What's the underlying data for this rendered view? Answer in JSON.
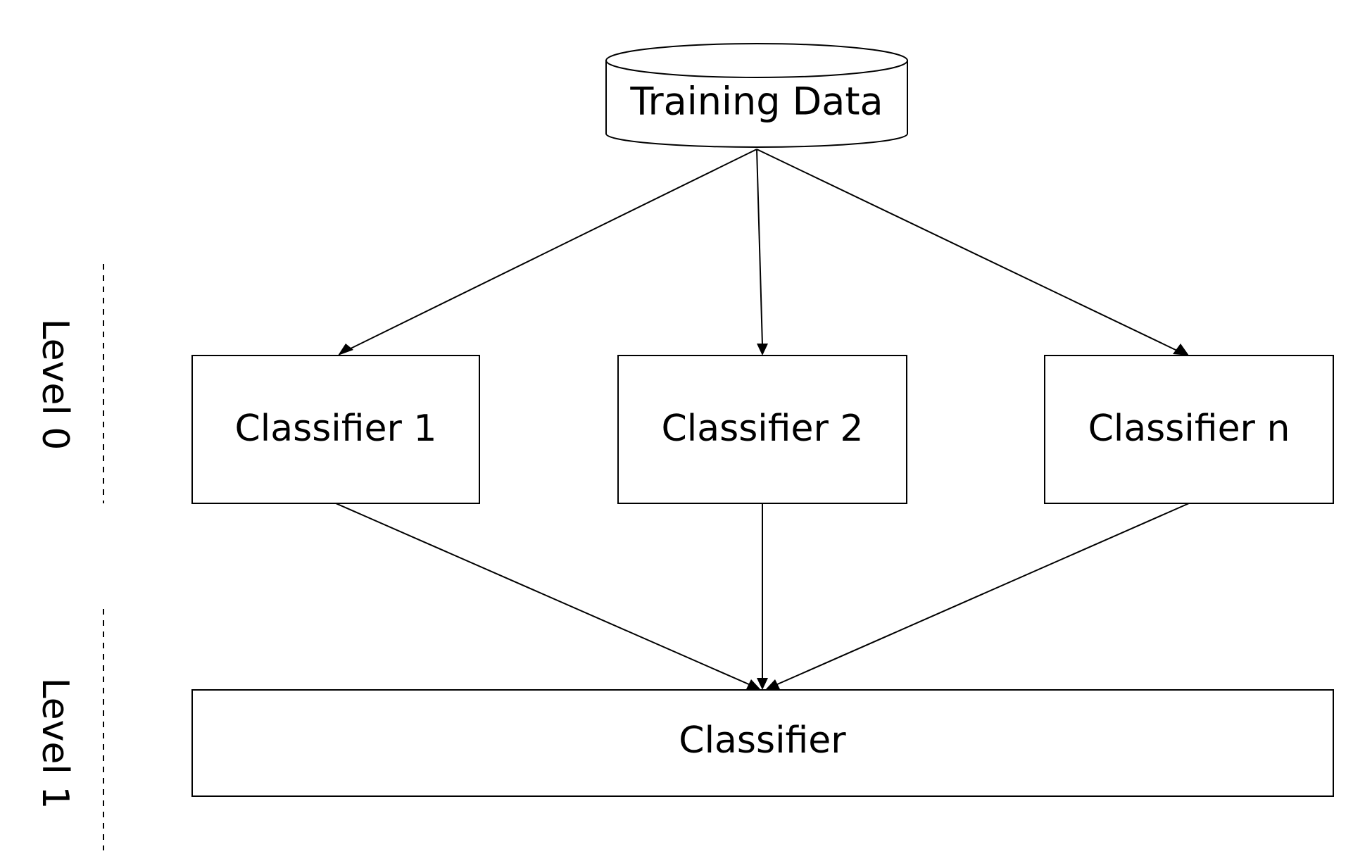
{
  "diagram": {
    "training_data": "Training Data",
    "classifier_1": "Classifier 1",
    "classifier_2": "Classifier 2",
    "classifier_n": "Classifier n",
    "meta_classifier": "Classifier",
    "level_0": "Level 0",
    "level_1": "Level 1"
  }
}
